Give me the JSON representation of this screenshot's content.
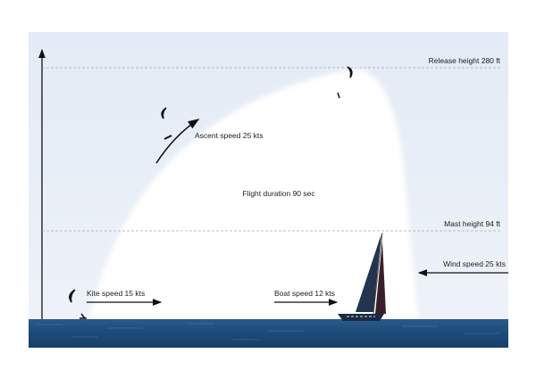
{
  "labels": {
    "release_height": "Release height 280 ft",
    "ascent_speed": "Ascent speed 25 kts",
    "flight_duration": "Flight duration 90 sec",
    "mast_height": "Mast height 94 ft",
    "wind_speed": "Wind speed 25 kts",
    "kite_speed": "Kite speed 15 kts",
    "boat_speed": "Boat speed 12 kts"
  },
  "colors": {
    "sky": "#e4ecf6",
    "envelope": "#ffffff",
    "sea": "#1f4f7e",
    "ink": "#111111"
  }
}
